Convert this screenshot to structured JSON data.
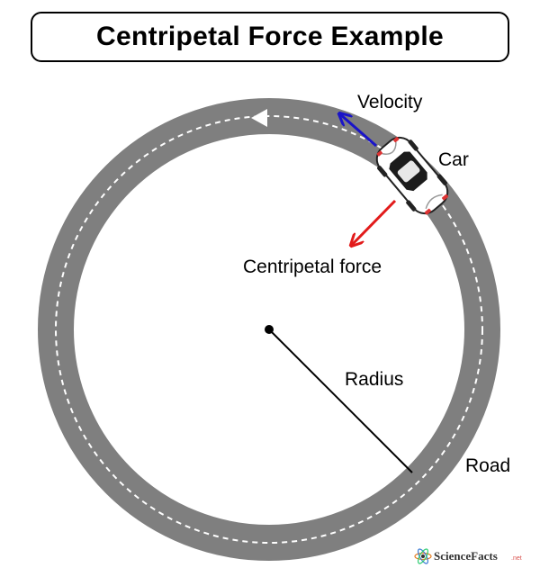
{
  "title": "Centripetal Force Example",
  "labels": {
    "velocity": "Velocity",
    "car": "Car",
    "centripetal_force": "Centripetal force",
    "radius": "Radius",
    "road": "Road"
  },
  "brand": {
    "name": "ScienceFacts",
    "suffix": ".net"
  },
  "colors": {
    "road": "#7f7f7f",
    "lane_marking": "#ffffff",
    "velocity_arrow": "#1a14c8",
    "force_arrow": "#e21b1b",
    "radius_line": "#000000"
  },
  "icons": {
    "car": "car-top-view-icon",
    "brand": "atom-logo-icon"
  }
}
